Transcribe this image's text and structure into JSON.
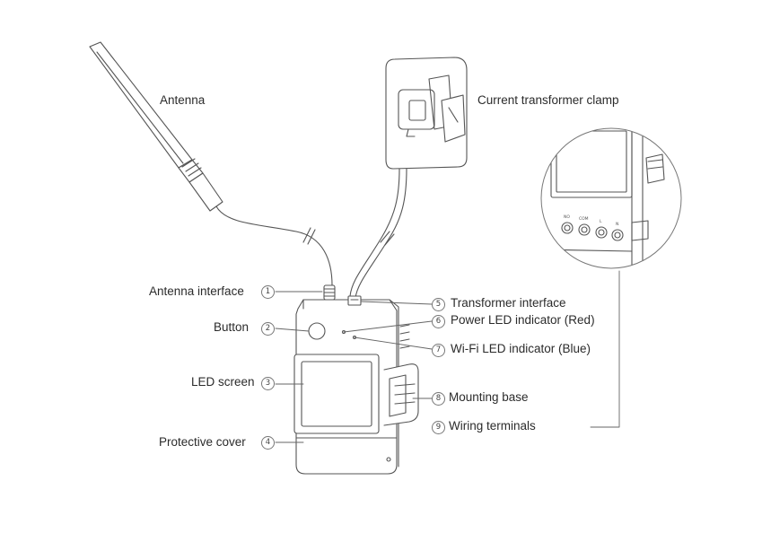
{
  "labels": {
    "antenna": "Antenna",
    "ct_clamp": "Current transformer clamp",
    "antenna_interface": "Antenna interface",
    "button": "Button",
    "led_screen": "LED screen",
    "protective_cover": "Protective cover",
    "transformer_interface": "Transformer interface",
    "power_led": "Power LED indicator (Red)",
    "wifi_led": "Wi-Fi LED indicator (Blue)",
    "mounting_base": "Mounting base",
    "wiring_terminals": "Wiring terminals"
  },
  "numbers": {
    "antenna_interface": "1",
    "button": "2",
    "led_screen": "3",
    "protective_cover": "4",
    "transformer_interface": "5",
    "power_led": "6",
    "wifi_led": "7",
    "mounting_base": "8",
    "wiring_terminals": "9"
  },
  "detail": {
    "terminal_1": "NO",
    "terminal_2": "COM",
    "terminal_3": "L",
    "terminal_4": "N"
  },
  "colors": {
    "line": "#555555",
    "text": "#2b2b2b",
    "background": "#ffffff"
  }
}
